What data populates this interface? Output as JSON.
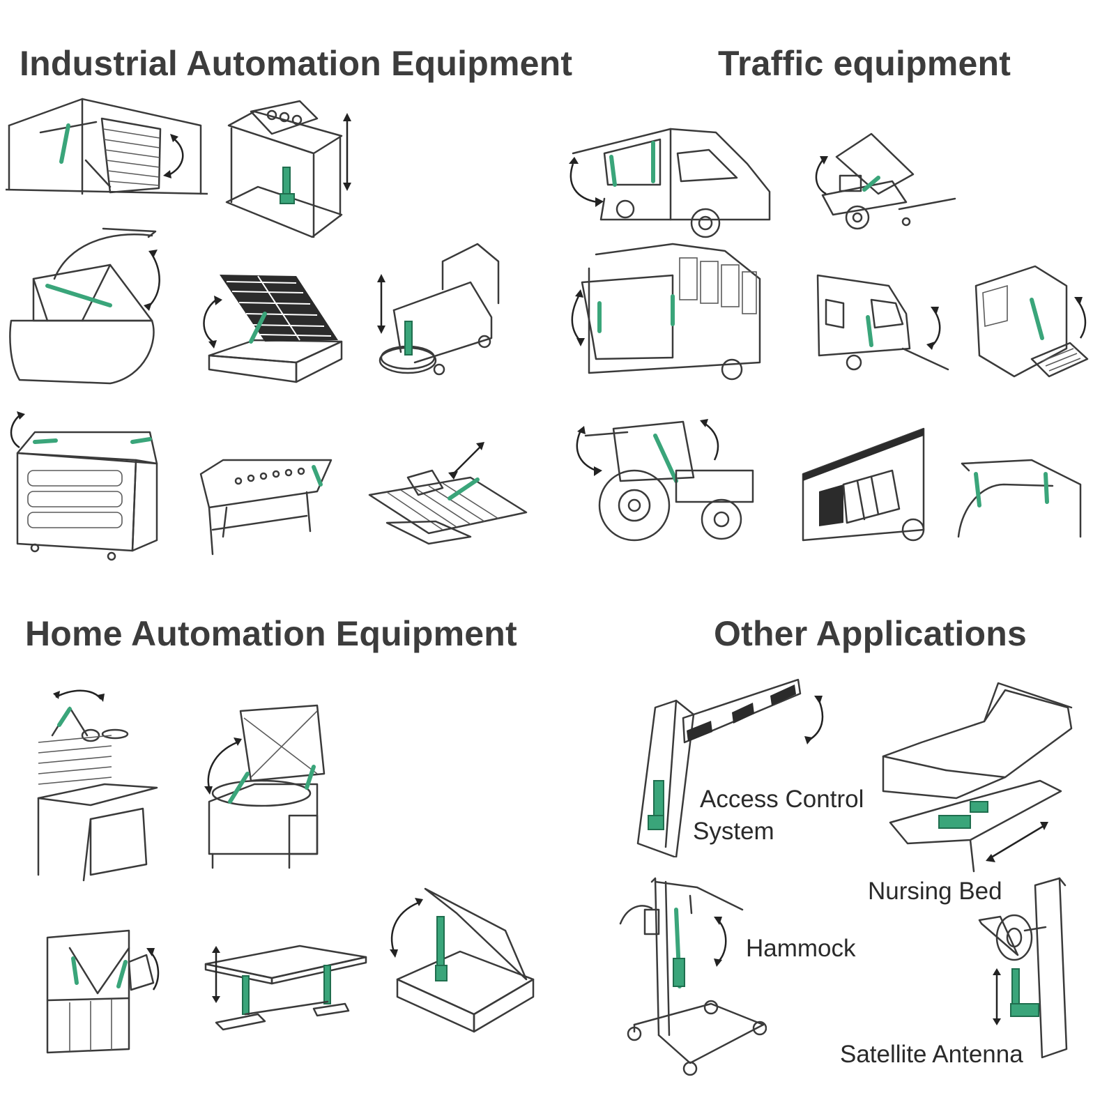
{
  "sections": {
    "industrial": "Industrial Automation Equipment",
    "traffic": "Traffic equipment",
    "home": "Home Automation Equipment",
    "other": "Other Applications"
  },
  "labels": {
    "access_control_line1": "Access Control",
    "access_control_line2": "System",
    "nursing_bed": "Nursing Bed",
    "hammock": "Hammock",
    "satellite_antenna": "Satellite Antenna"
  },
  "colors": {
    "actuator": "#3aa57a",
    "line": "#3a3a3a",
    "heading": "#3c3c3c"
  }
}
